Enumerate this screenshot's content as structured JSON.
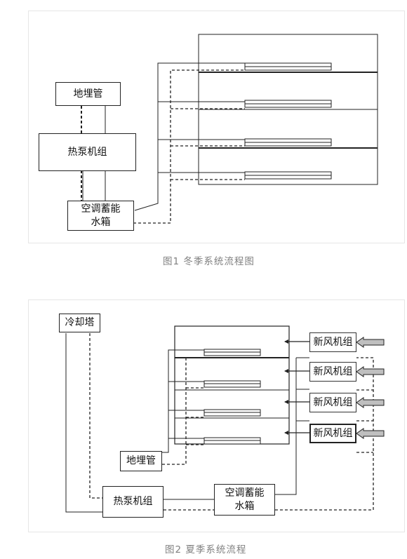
{
  "figure1": {
    "caption": "图1  冬季系统流程图",
    "dimai_label": "地埋管",
    "heatpump_label": "热泵机组",
    "tank_label": "空调蓄能\n水箱"
  },
  "figure2": {
    "caption": "图2  夏季系统流程",
    "cooling_tower_label": "冷却塔",
    "dimai_label": "地埋管",
    "heatpump_label": "热泵机组",
    "tank_label": "空调蓄能\n水箱",
    "fresh_air_units": [
      "新风机组",
      "新风机组",
      "新风机组",
      "新风机组"
    ]
  },
  "colors": {
    "line": "#222222",
    "frame": "#e6e6e6",
    "caption": "#808080",
    "arrow_fill": "#bfbfbf"
  }
}
